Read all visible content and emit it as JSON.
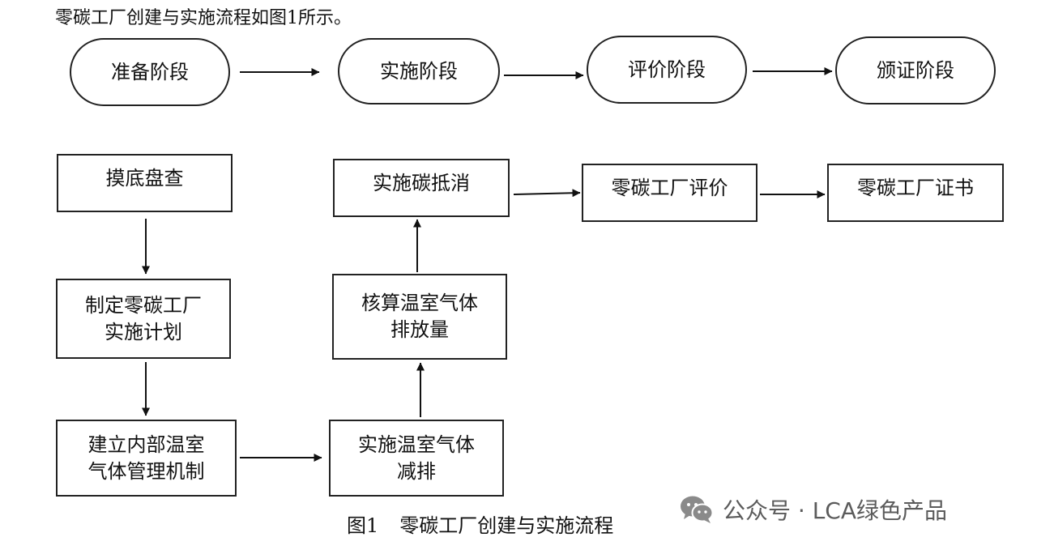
{
  "intro_text": "零碳工厂创建与实施流程如图1所示。",
  "stages": [
    {
      "id": "prep",
      "label": "准备阶段"
    },
    {
      "id": "impl",
      "label": "实施阶段"
    },
    {
      "id": "eval",
      "label": "评价阶段"
    },
    {
      "id": "cert",
      "label": "颁证阶段"
    }
  ],
  "steps": [
    {
      "id": "survey",
      "label": "摸底盘查"
    },
    {
      "id": "plan",
      "label": "制定零碳工厂\n实施计划"
    },
    {
      "id": "mech",
      "label": "建立内部温室\n气体管理机制"
    },
    {
      "id": "reduce",
      "label": "实施温室气体\n减排"
    },
    {
      "id": "account",
      "label": "核算温室气体\n排放量"
    },
    {
      "id": "offset",
      "label": "实施碳抵消"
    },
    {
      "id": "evaluation",
      "label": "零碳工厂评价"
    },
    {
      "id": "certificate",
      "label": "零碳工厂证书"
    }
  ],
  "edges": [
    [
      "prep",
      "impl"
    ],
    [
      "impl",
      "eval"
    ],
    [
      "eval",
      "cert"
    ],
    [
      "survey",
      "plan"
    ],
    [
      "plan",
      "mech"
    ],
    [
      "mech",
      "reduce"
    ],
    [
      "reduce",
      "account"
    ],
    [
      "account",
      "offset"
    ],
    [
      "offset",
      "evaluation"
    ],
    [
      "evaluation",
      "certificate"
    ]
  ],
  "caption": {
    "number": "图1",
    "title": "零碳工厂创建与实施流程"
  },
  "watermark": {
    "icon": "wechat-icon",
    "text": "公众号 · LCA绿色产品"
  }
}
